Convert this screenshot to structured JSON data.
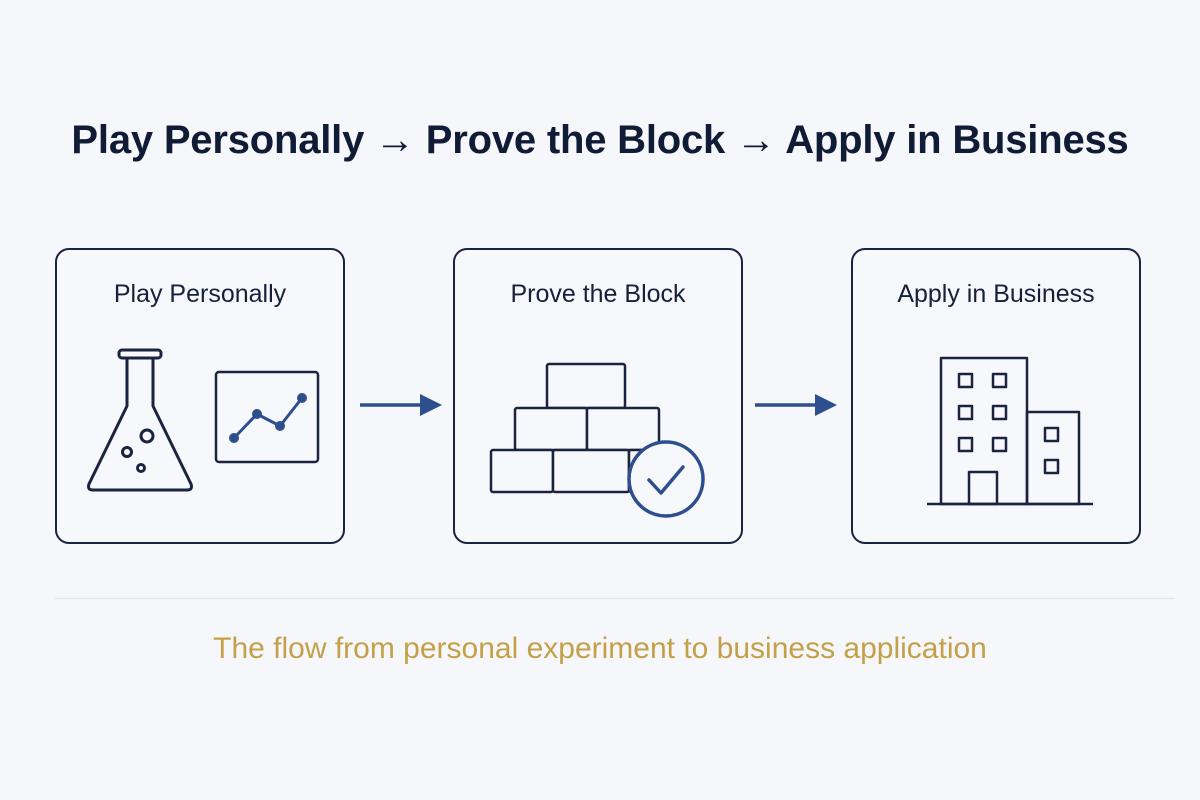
{
  "title": "Play Personally → Prove the Block → Apply in Business",
  "steps": [
    {
      "label": "Play Personally",
      "icon": "flask-and-chart-icon"
    },
    {
      "label": "Prove the Block",
      "icon": "blocks-with-check-icon"
    },
    {
      "label": "Apply in Business",
      "icon": "building-icon"
    }
  ],
  "caption": "The flow from personal experiment to business application",
  "colors": {
    "ink": "#1a2440",
    "accent": "#2d4f8e",
    "caption": "#c4a048",
    "background": "#f6f7fa"
  }
}
